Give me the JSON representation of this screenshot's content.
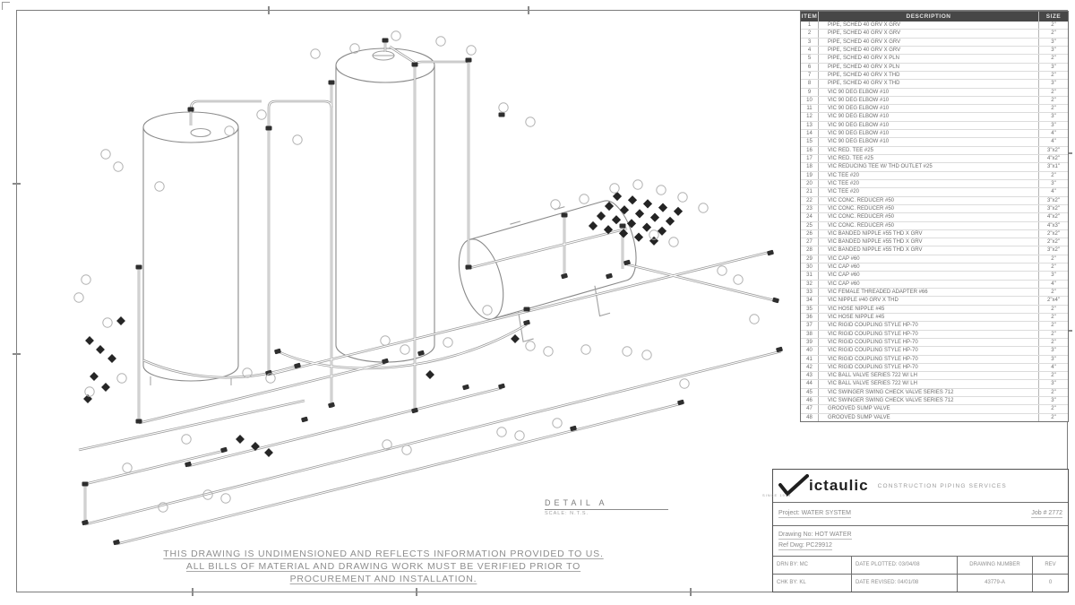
{
  "sheet": {
    "disclaimer_lines": [
      "THIS DRAWING IS UNDIMENSIONED AND REFLECTS INFORMATION PROVIDED TO US.",
      "ALL BILLS OF MATERIAL AND DRAWING WORK MUST BE VERIFIED PRIOR TO",
      "PROCUREMENT AND INSTALLATION."
    ],
    "detail_label": "DETAIL A",
    "detail_scale": "SCALE: N.T.S."
  },
  "bom": {
    "headers": {
      "item": "ITEM",
      "description": "DESCRIPTION",
      "size": "SIZE"
    },
    "rows": [
      {
        "item": "1",
        "description": "PIPE, SCHED 40 GRV X GRV",
        "size": "2\""
      },
      {
        "item": "2",
        "description": "PIPE, SCHED 40 GRV X GRV",
        "size": "2\""
      },
      {
        "item": "3",
        "description": "PIPE, SCHED 40 GRV X GRV",
        "size": "3\""
      },
      {
        "item": "4",
        "description": "PIPE, SCHED 40 GRV X GRV",
        "size": "3\""
      },
      {
        "item": "5",
        "description": "PIPE, SCHED 40 GRV X PLN",
        "size": "2\""
      },
      {
        "item": "6",
        "description": "PIPE, SCHED 40 GRV X PLN",
        "size": "3\""
      },
      {
        "item": "7",
        "description": "PIPE, SCHED 40 GRV X THD",
        "size": "2\""
      },
      {
        "item": "8",
        "description": "PIPE, SCHED 40 GRV X THD",
        "size": "3\""
      },
      {
        "item": "9",
        "description": "VIC 90 DEG ELBOW #10",
        "size": "2\""
      },
      {
        "item": "10",
        "description": "VIC 90 DEG ELBOW #10",
        "size": "2\""
      },
      {
        "item": "11",
        "description": "VIC 90 DEG ELBOW #10",
        "size": "2\""
      },
      {
        "item": "12",
        "description": "VIC 90 DEG ELBOW #10",
        "size": "3\""
      },
      {
        "item": "13",
        "description": "VIC 90 DEG ELBOW #10",
        "size": "3\""
      },
      {
        "item": "14",
        "description": "VIC 90 DEG ELBOW #10",
        "size": "4\""
      },
      {
        "item": "15",
        "description": "VIC 90 DEG ELBOW #10",
        "size": "4\""
      },
      {
        "item": "16",
        "description": "VIC RED. TEE #25",
        "size": "3\"x2\""
      },
      {
        "item": "17",
        "description": "VIC RED. TEE #25",
        "size": "4\"x2\""
      },
      {
        "item": "18",
        "description": "VIC REDUCING TEE W/ THD OUTLET #25",
        "size": "3\"x1\""
      },
      {
        "item": "19",
        "description": "VIC TEE #20",
        "size": "2\""
      },
      {
        "item": "20",
        "description": "VIC TEE #20",
        "size": "3\""
      },
      {
        "item": "21",
        "description": "VIC TEE #20",
        "size": "4\""
      },
      {
        "item": "22",
        "description": "VIC CONC. REDUCER #50",
        "size": "3\"x2\""
      },
      {
        "item": "23",
        "description": "VIC CONC. REDUCER #50",
        "size": "3\"x2\""
      },
      {
        "item": "24",
        "description": "VIC CONC. REDUCER #50",
        "size": "4\"x2\""
      },
      {
        "item": "25",
        "description": "VIC CONC. REDUCER #50",
        "size": "4\"x3\""
      },
      {
        "item": "26",
        "description": "VIC BANDED NIPPLE #55 THD X GRV",
        "size": "2\"x2\""
      },
      {
        "item": "27",
        "description": "VIC BANDED NIPPLE #55 THD X GRV",
        "size": "2\"x2\""
      },
      {
        "item": "28",
        "description": "VIC BANDED NIPPLE #55 THD X GRV",
        "size": "3\"x2\""
      },
      {
        "item": "29",
        "description": "VIC CAP #60",
        "size": "2\""
      },
      {
        "item": "30",
        "description": "VIC CAP #60",
        "size": "2\""
      },
      {
        "item": "31",
        "description": "VIC CAP #60",
        "size": "3\""
      },
      {
        "item": "32",
        "description": "VIC CAP #60",
        "size": "4\""
      },
      {
        "item": "33",
        "description": "VIC FEMALE THREADED ADAPTER #66",
        "size": "2\""
      },
      {
        "item": "34",
        "description": "VIC NIPPLE #40 GRV X THD",
        "size": "2\"x4\""
      },
      {
        "item": "35",
        "description": "VIC HOSE NIPPLE #45",
        "size": "2\""
      },
      {
        "item": "36",
        "description": "VIC HOSE NIPPLE #45",
        "size": "2\""
      },
      {
        "item": "37",
        "description": "VIC RIGID COUPLING STYLE HP-70",
        "size": "2\""
      },
      {
        "item": "38",
        "description": "VIC RIGID COUPLING STYLE HP-70",
        "size": "2\""
      },
      {
        "item": "39",
        "description": "VIC RIGID COUPLING STYLE HP-70",
        "size": "2\""
      },
      {
        "item": "40",
        "description": "VIC RIGID COUPLING STYLE HP-70",
        "size": "3\""
      },
      {
        "item": "41",
        "description": "VIC RIGID COUPLING STYLE HP-70",
        "size": "3\""
      },
      {
        "item": "42",
        "description": "VIC RIGID COUPLING STYLE HP-70",
        "size": "4\""
      },
      {
        "item": "43",
        "description": "VIC BALL VALVE SERIES 722 W/ LH",
        "size": "2\""
      },
      {
        "item": "44",
        "description": "VIC BALL VALVE SERIES 722 W/ LH",
        "size": "3\""
      },
      {
        "item": "45",
        "description": "VIC SWINGER SWING CHECK VALVE SERIES 712",
        "size": "2\""
      },
      {
        "item": "46",
        "description": "VIC SWINGER SWING CHECK VALVE SERIES 712",
        "size": "3\""
      },
      {
        "item": "47",
        "description": "GROOVED SUMP VALVE",
        "size": "2\""
      },
      {
        "item": "48",
        "description": "GROOVED SUMP VALVE",
        "size": "2\""
      }
    ]
  },
  "title_block": {
    "logo_check": "V",
    "logo_text": "ictaulic",
    "logo_tagline": "SINCE 1919",
    "services_text": "CONSTRUCTION PIPING SERVICES",
    "project_line": "Project: WATER SYSTEM",
    "job_line": "Job # 2772",
    "drawing_line": "Drawing No: HOT WATER",
    "ref_line": "Ref Dwg: PC29912",
    "drn_by": "DRN BY: MC",
    "chk_by": "CHK BY: KL",
    "date_plotted": "DATE PLOTTED: 03/04/08",
    "date_revised": "DATE REVISED: 04/01/08",
    "drawing_number_label": "DRAWING NUMBER",
    "drawing_number": "43779-A",
    "rev_label": "REV",
    "rev_value": "0"
  },
  "colors": {
    "pipe_line": "#9a9a9a",
    "tank_line": "#8a8a8a",
    "fitting_dark": "#2e2e2e",
    "table_header_bg": "#474747",
    "frame": "#7d7d7d"
  }
}
